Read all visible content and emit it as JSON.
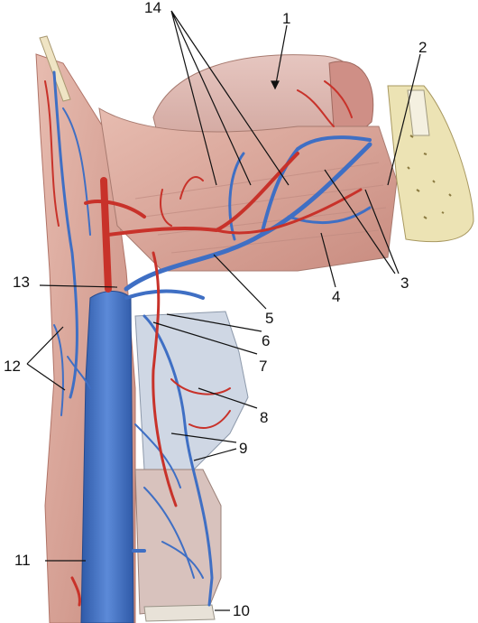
{
  "figure": {
    "labels": [
      {
        "id": "1",
        "text": "1"
      },
      {
        "id": "2",
        "text": "2"
      },
      {
        "id": "3",
        "text": "3"
      },
      {
        "id": "4",
        "text": "4"
      },
      {
        "id": "5",
        "text": "5"
      },
      {
        "id": "6",
        "text": "6"
      },
      {
        "id": "7",
        "text": "7"
      },
      {
        "id": "8",
        "text": "8"
      },
      {
        "id": "9",
        "text": "9"
      },
      {
        "id": "10",
        "text": "10"
      },
      {
        "id": "11",
        "text": "11"
      },
      {
        "id": "12",
        "text": "12"
      },
      {
        "id": "13",
        "text": "13"
      },
      {
        "id": "14",
        "text": "14"
      }
    ]
  },
  "colors": {
    "vein": "#3f6fc4",
    "artery": "#c8322a",
    "muscle": "#dca99b",
    "cartilage": "#cfd7e4",
    "bone": "#ece3b4"
  }
}
